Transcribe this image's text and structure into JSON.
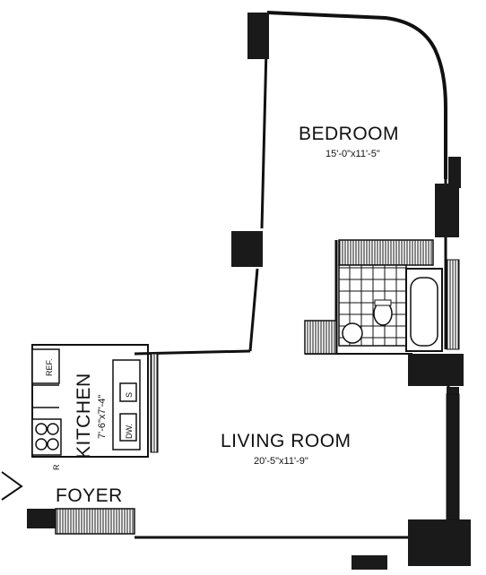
{
  "rooms": {
    "bedroom": {
      "name": "BEDROOM",
      "dims": "15'-0\"x11'-5\""
    },
    "living_room": {
      "name": "LIVING ROOM",
      "dims": "20'-5\"x11'-9\""
    },
    "kitchen": {
      "name": "KITCHEN",
      "dims": "7'-6\"x7'-4\""
    },
    "foyer": {
      "name": "FOYER"
    }
  },
  "fixtures": {
    "ref": "REF.",
    "dishwasher": "DW.",
    "sink": "S",
    "range": "R"
  }
}
